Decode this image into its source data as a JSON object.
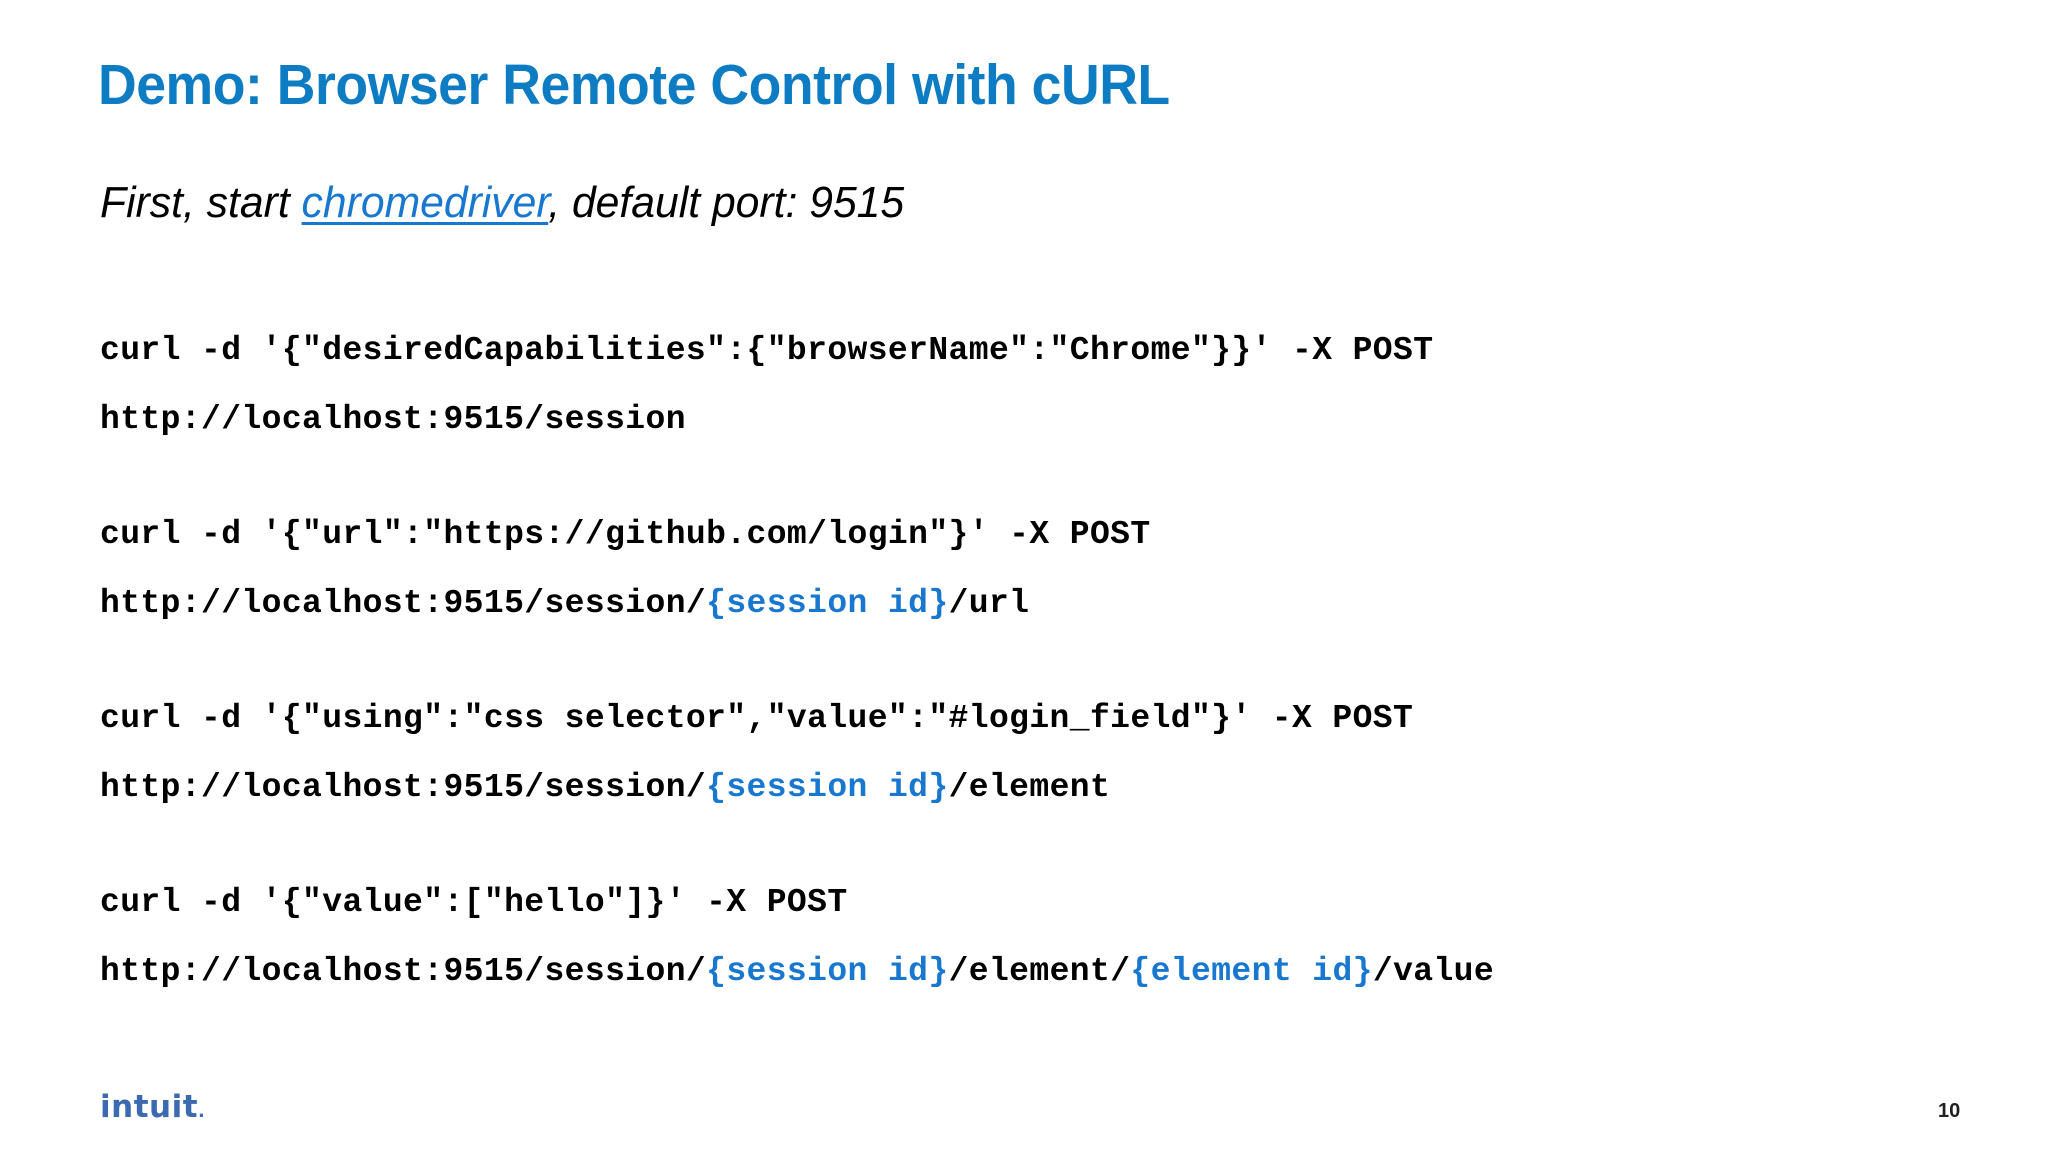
{
  "slide": {
    "title": "Demo: Browser Remote Control with cURL",
    "subtitle": {
      "before": "First, start ",
      "link": "chromedriver",
      "after": ", default port: 9515"
    },
    "code_blocks": [
      {
        "id": "create-session",
        "lines": [
          {
            "segments": [
              {
                "text": "curl -d '{\"desiredCapabilities\":{\"browserName\":\"Chrome\"}}' -X POST",
                "kind": "plain"
              }
            ]
          },
          {
            "segments": [
              {
                "text": "http://localhost:9515/session",
                "kind": "plain"
              }
            ]
          }
        ]
      },
      {
        "id": "navigate-url",
        "lines": [
          {
            "segments": [
              {
                "text": "curl -d '{\"url\":\"https://github.com/login\"}' -X POST",
                "kind": "plain"
              }
            ]
          },
          {
            "segments": [
              {
                "text": "http://localhost:9515/session/",
                "kind": "plain"
              },
              {
                "text": "{session id}",
                "kind": "var"
              },
              {
                "text": "/url",
                "kind": "plain"
              }
            ]
          }
        ]
      },
      {
        "id": "find-element",
        "lines": [
          {
            "segments": [
              {
                "text": "curl -d '{\"using\":\"css selector\",\"value\":\"#login_field\"}' -X POST",
                "kind": "plain"
              }
            ]
          },
          {
            "segments": [
              {
                "text": "http://localhost:9515/session/",
                "kind": "plain"
              },
              {
                "text": "{session id}",
                "kind": "var"
              },
              {
                "text": "/element",
                "kind": "plain"
              }
            ]
          }
        ]
      },
      {
        "id": "send-keys",
        "lines": [
          {
            "segments": [
              {
                "text": "curl -d '{\"value\":[\"hello\"]}' -X POST",
                "kind": "plain"
              }
            ]
          },
          {
            "segments": [
              {
                "text": "http://localhost:9515/session/",
                "kind": "plain"
              },
              {
                "text": "{session id}",
                "kind": "var"
              },
              {
                "text": "/element/",
                "kind": "plain"
              },
              {
                "text": "{element id}",
                "kind": "var"
              },
              {
                "text": "/value",
                "kind": "plain"
              }
            ]
          }
        ]
      }
    ],
    "footer": {
      "logo_text": "intuit",
      "logo_dot": ".",
      "page_number": "10"
    },
    "colors": {
      "title_blue": "#0d7cc2",
      "link_blue": "#1878cf",
      "token_blue": "#1878cf",
      "logo_blue": "#3b6ab0",
      "body_black": "#000000",
      "background": "#ffffff"
    }
  }
}
